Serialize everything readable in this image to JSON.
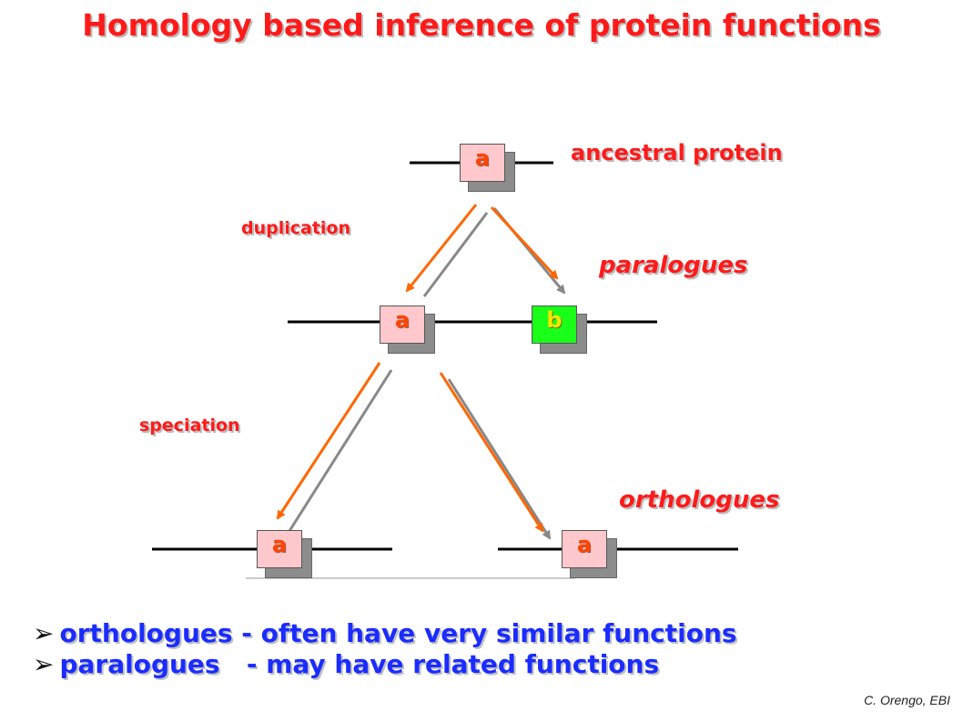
{
  "title": "Homology based inference of protein functions",
  "labels": {
    "ancestral": "ancestral protein",
    "duplication": "duplication",
    "paralogues": "paralogues",
    "speciation": "speciation",
    "orthologues": "orthologues"
  },
  "genes": {
    "ancestral": "a",
    "paralog_a": "a",
    "paralog_b": "b",
    "ortholog_left": "a",
    "ortholog_right": "a"
  },
  "bullets": [
    "orthologues - often have very similar functions",
    "paralogues   - may have related functions"
  ],
  "credit": "C. Orengo, EBI",
  "colors": {
    "title": "#ff1a1a",
    "bullet_text": "#1a2cff",
    "arrow_orange": "#ff6600",
    "arrow_gray": "#888888",
    "gene_a_fill": "#ffc8cc",
    "gene_b_fill": "#1aff1a"
  }
}
